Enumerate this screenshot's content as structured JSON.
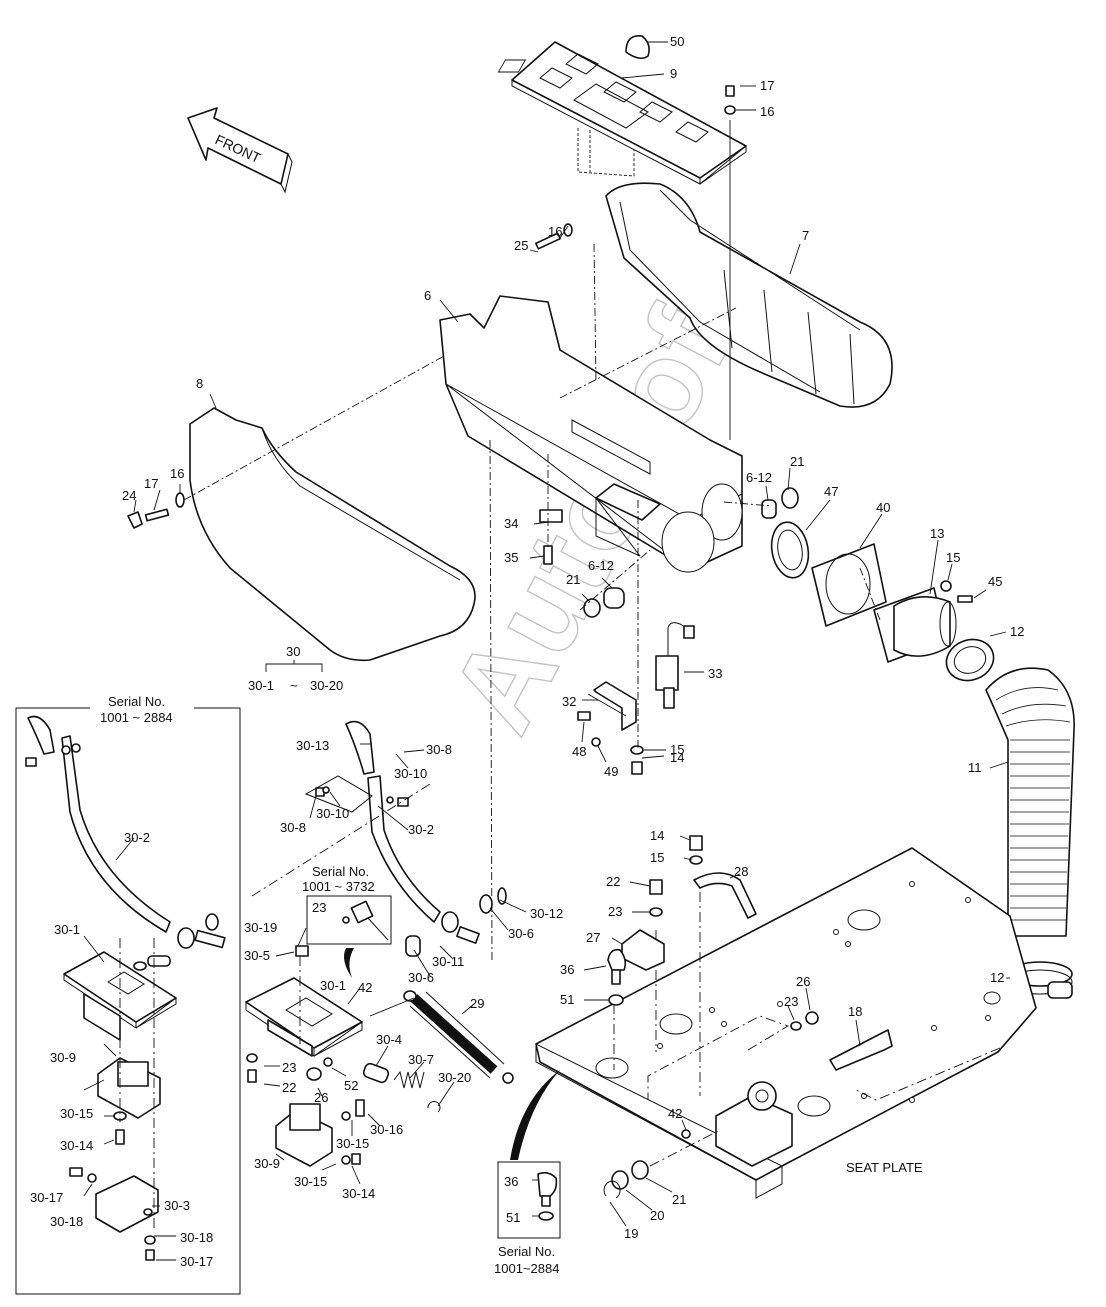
{
  "front_arrow_label": "FRONT",
  "seat_plate_label": "SEAT PLATE",
  "watermark": "Autosoft",
  "group": {
    "number": "30",
    "range_start": "30-1",
    "range_sep": "~",
    "range_end": "30-20"
  },
  "box_left": {
    "title": "Serial No.",
    "range": "1001 ~ 2884"
  },
  "inset_mid": {
    "title": "Serial No.",
    "range": "1001 ~ 3732"
  },
  "inset_bottom": {
    "title": "Serial No.",
    "range": "1001~2884"
  },
  "callouts": {
    "c50": "50",
    "c9": "9",
    "c17a": "17",
    "c16a": "16",
    "c7": "7",
    "c25": "25",
    "c16b": "16",
    "c6": "6",
    "c8": "8",
    "c24": "24",
    "c17b": "17",
    "c16c": "16",
    "c21a": "21",
    "c612a": "6-12",
    "c47": "47",
    "c40": "40",
    "c13": "13",
    "c15a": "15",
    "c45": "45",
    "c34": "34",
    "c35": "35",
    "c21b": "21",
    "c612b": "6-12",
    "c12a": "12",
    "c33": "33",
    "c32": "32",
    "c15b": "15",
    "c48": "48",
    "c49": "49",
    "c14a": "14",
    "c11": "11",
    "c3013": "30-13",
    "c308a": "30-8",
    "c3010a": "30-10",
    "c308b": "30-8",
    "c3010b": "30-10",
    "c302a": "30-2",
    "c3012": "30-12",
    "c306a": "30-6",
    "c3019": "30-19",
    "c305": "30-5",
    "c23a": "23",
    "c3011": "30-11",
    "c306b": "30-6",
    "c301a": "30-1",
    "c42a": "42",
    "c29": "29",
    "c304": "30-4",
    "c307": "30-7",
    "c3020": "30-20",
    "c23b": "23",
    "c22a": "22",
    "c26a": "26",
    "c52": "52",
    "c3016": "30-16",
    "c3015a": "30-15",
    "c309a": "30-9",
    "c3015b": "30-15",
    "c3014a": "30-14",
    "c302b": "30-2",
    "c301b": "30-1",
    "c309b": "30-9",
    "c3015c": "30-15",
    "c3014b": "30-14",
    "c3017a": "30-17",
    "c3018a": "30-18",
    "c303": "30-3",
    "c3018b": "30-18",
    "c3017b": "30-17",
    "c14b": "14",
    "c15c": "15",
    "c28": "28",
    "c22b": "22",
    "c23c": "23",
    "c27": "27",
    "c36a": "36",
    "c51a": "51",
    "c23d": "23",
    "c26b": "26",
    "c18": "18",
    "c42b": "42",
    "c21c": "21",
    "c20": "20",
    "c19": "19",
    "c12b": "12",
    "c36b": "36",
    "c51b": "51"
  }
}
